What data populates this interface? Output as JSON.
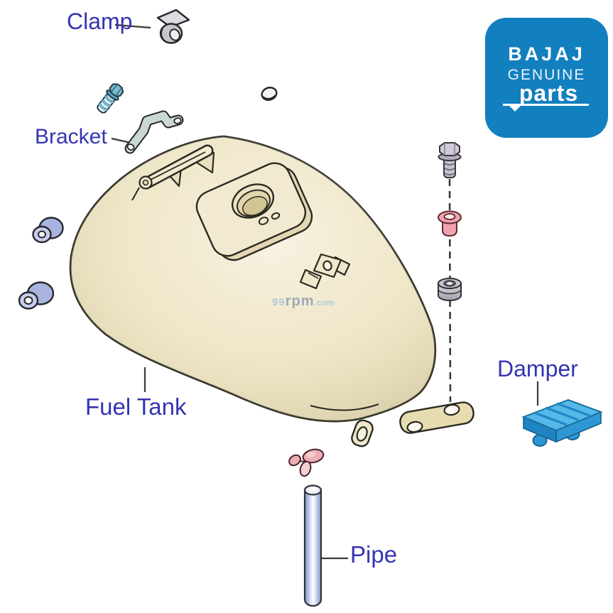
{
  "labels": {
    "clamp": "Clamp",
    "bracket": "Bracket",
    "fuel_tank": "Fuel Tank",
    "damper": "Damper",
    "pipe": "Pipe"
  },
  "watermark": {
    "prefix": "99",
    "brand": "rpm",
    "suffix": ".com"
  },
  "logo": {
    "brand": "BAJAJ",
    "genuine": "GENUINE",
    "parts": "parts"
  },
  "colors": {
    "label_text": "#3434B4",
    "leader_line": "#3A3A3A",
    "logo_bg": "#127FBE",
    "logo_text": "#FFFFFF",
    "tank_fill": "#EDE4C3",
    "tank_outline": "#2B2A22",
    "pipe_blue": "#7E95C7",
    "damper_blue": "#55B8E8",
    "grommet_pink": "#F0A3AF",
    "bushing_lavender": "#A9B3DF",
    "washer_gray": "#C7C4CC",
    "watermark_blue": "#A6C9E6"
  }
}
